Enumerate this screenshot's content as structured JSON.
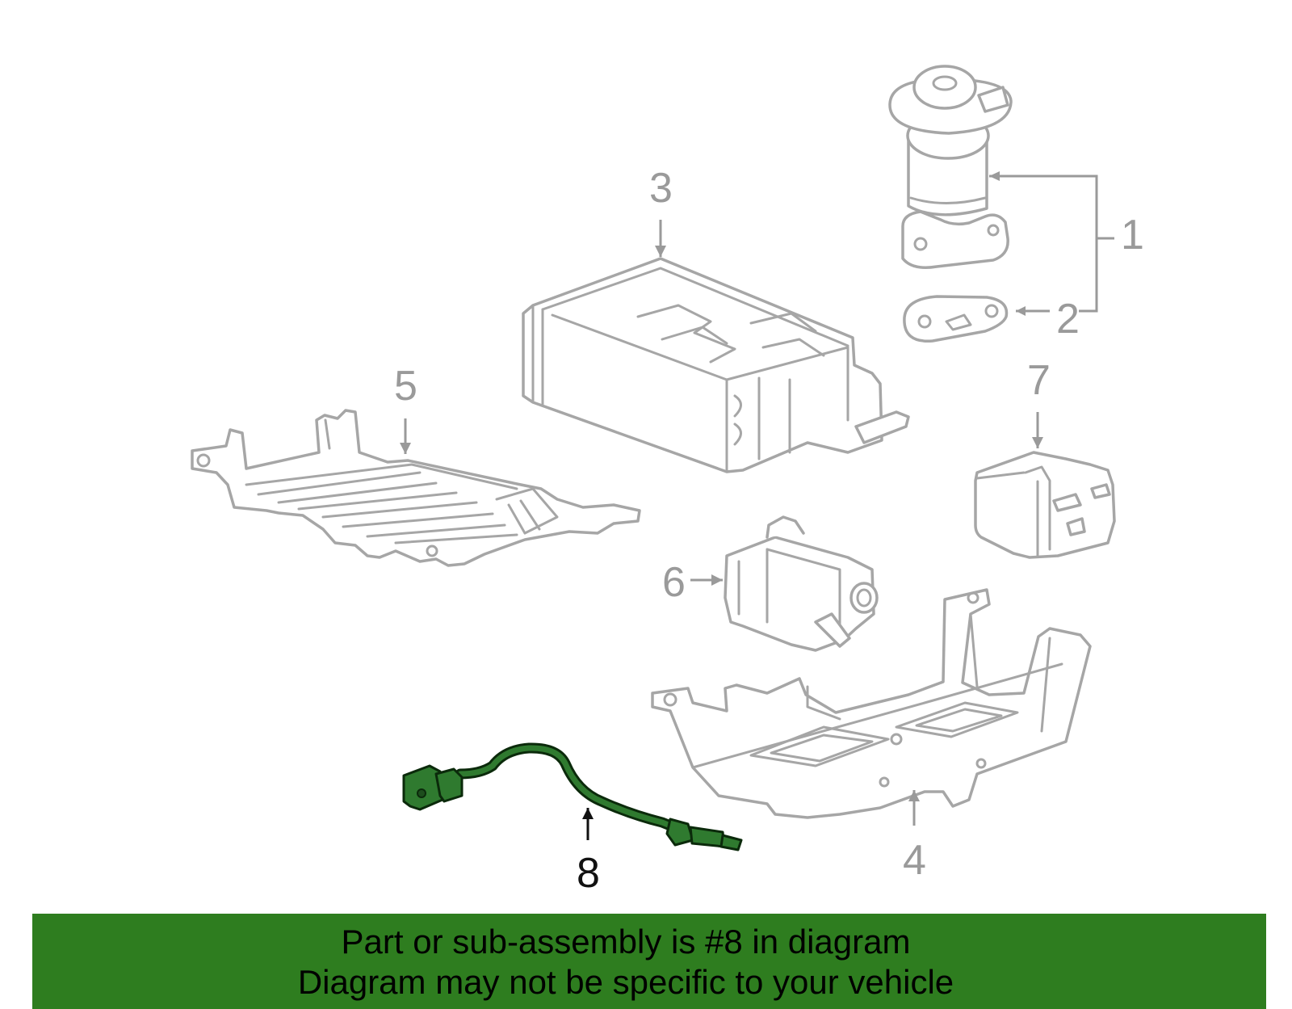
{
  "callouts": {
    "c1": "1",
    "c2": "2",
    "c3": "3",
    "c4": "4",
    "c5": "5",
    "c6": "6",
    "c7": "7",
    "c8": "8"
  },
  "highlight": {
    "part_number": "8",
    "color": "#2e7d1f",
    "outline": "#0b2a0b"
  },
  "colors": {
    "part_line": "#a6a6a6",
    "callout": "#9a9a9a",
    "highlight_callout": "#111111"
  },
  "banner": {
    "line1": "Part or sub-assembly is #8 in diagram",
    "line2": "Diagram may not be specific to your vehicle"
  }
}
